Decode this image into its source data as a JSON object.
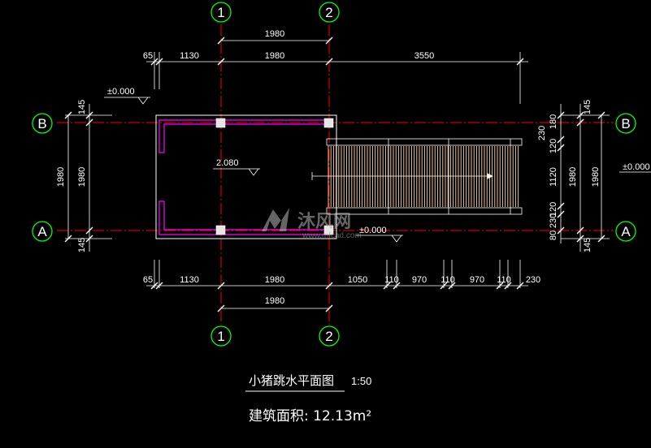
{
  "colors": {
    "background": "#000000",
    "grid_bubble": "#00ff00",
    "axis_line": "#ff0000",
    "wall": "#ff00ff",
    "dimension": "#ffffff",
    "deck": "#ffd9a0"
  },
  "grid": {
    "vertical_labels": [
      "1",
      "2"
    ],
    "horizontal_labels": [
      "B",
      "A"
    ]
  },
  "dimensions": {
    "top_total": "1980",
    "top_segments": [
      "65",
      "1130",
      "1980",
      "3550"
    ],
    "bottom_segments": [
      "65",
      "1130",
      "1980",
      "1050",
      "110",
      "970",
      "110",
      "970",
      "110",
      "230"
    ],
    "bottom_total": "1980",
    "left_outer": [
      "145",
      "1980",
      "145"
    ],
    "left_inner": "1980",
    "right_outer": [
      "145",
      "1980",
      "145"
    ],
    "right_inner": [
      "180",
      "230",
      "120",
      "1120",
      "120",
      "230",
      "80"
    ]
  },
  "levels": {
    "top_left": "±0.000",
    "inner": "2.080",
    "bottom": "±0.000",
    "right": "±0.000"
  },
  "title": {
    "name": "小猪跳水平面图",
    "scale": "1:50",
    "area": "建筑面积: 12.13m²"
  },
  "watermark": {
    "brand": "沐风网",
    "url": "www.mfcad.com"
  }
}
